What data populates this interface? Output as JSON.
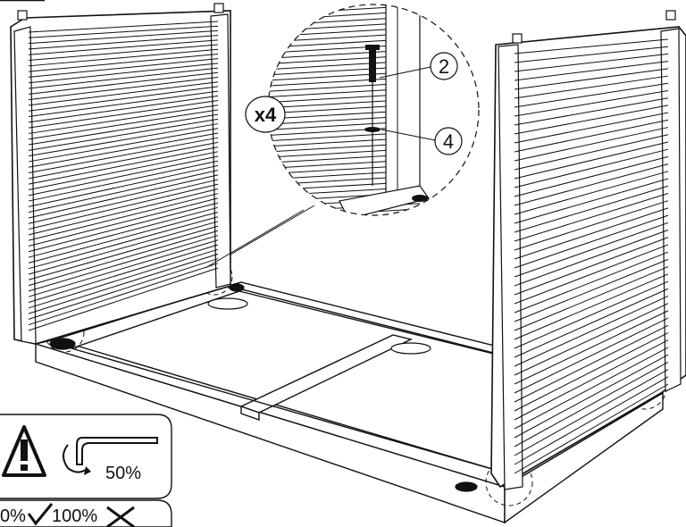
{
  "callout": {
    "quantity": "x4",
    "part_top": "2",
    "part_bottom": "4"
  },
  "warning_box": {
    "icon": "warning-triangle-icon",
    "tool_icon": "allen-key-icon",
    "torque_label": "50%"
  },
  "torque_box": {
    "ok_label": "0%",
    "ok_icon": "check-icon",
    "bad_label": "100%",
    "bad_icon": "cross-icon"
  }
}
